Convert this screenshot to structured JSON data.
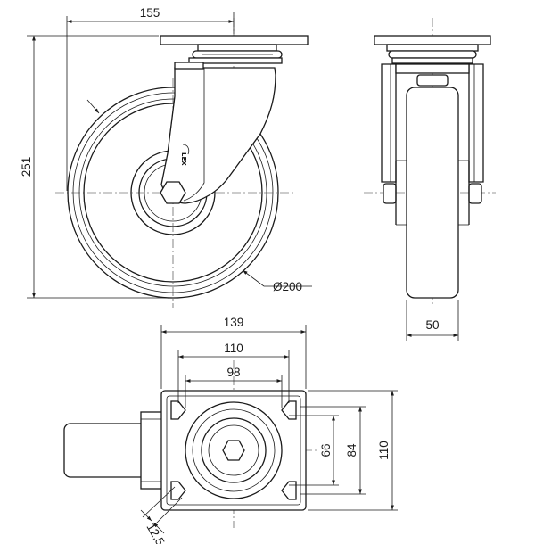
{
  "dimensions": {
    "total_offset": "155",
    "total_height": "251",
    "wheel_diameter": "Ø200",
    "wheel_width": "50",
    "plate_width": "139",
    "hole_pitch_outer": "110",
    "hole_pitch_inner": "98",
    "plate_height": "110",
    "hole_pitch_side_outer": "84",
    "hole_pitch_side_inner": "66",
    "bolt_hole": "12,5"
  },
  "logo_text": "LEX"
}
